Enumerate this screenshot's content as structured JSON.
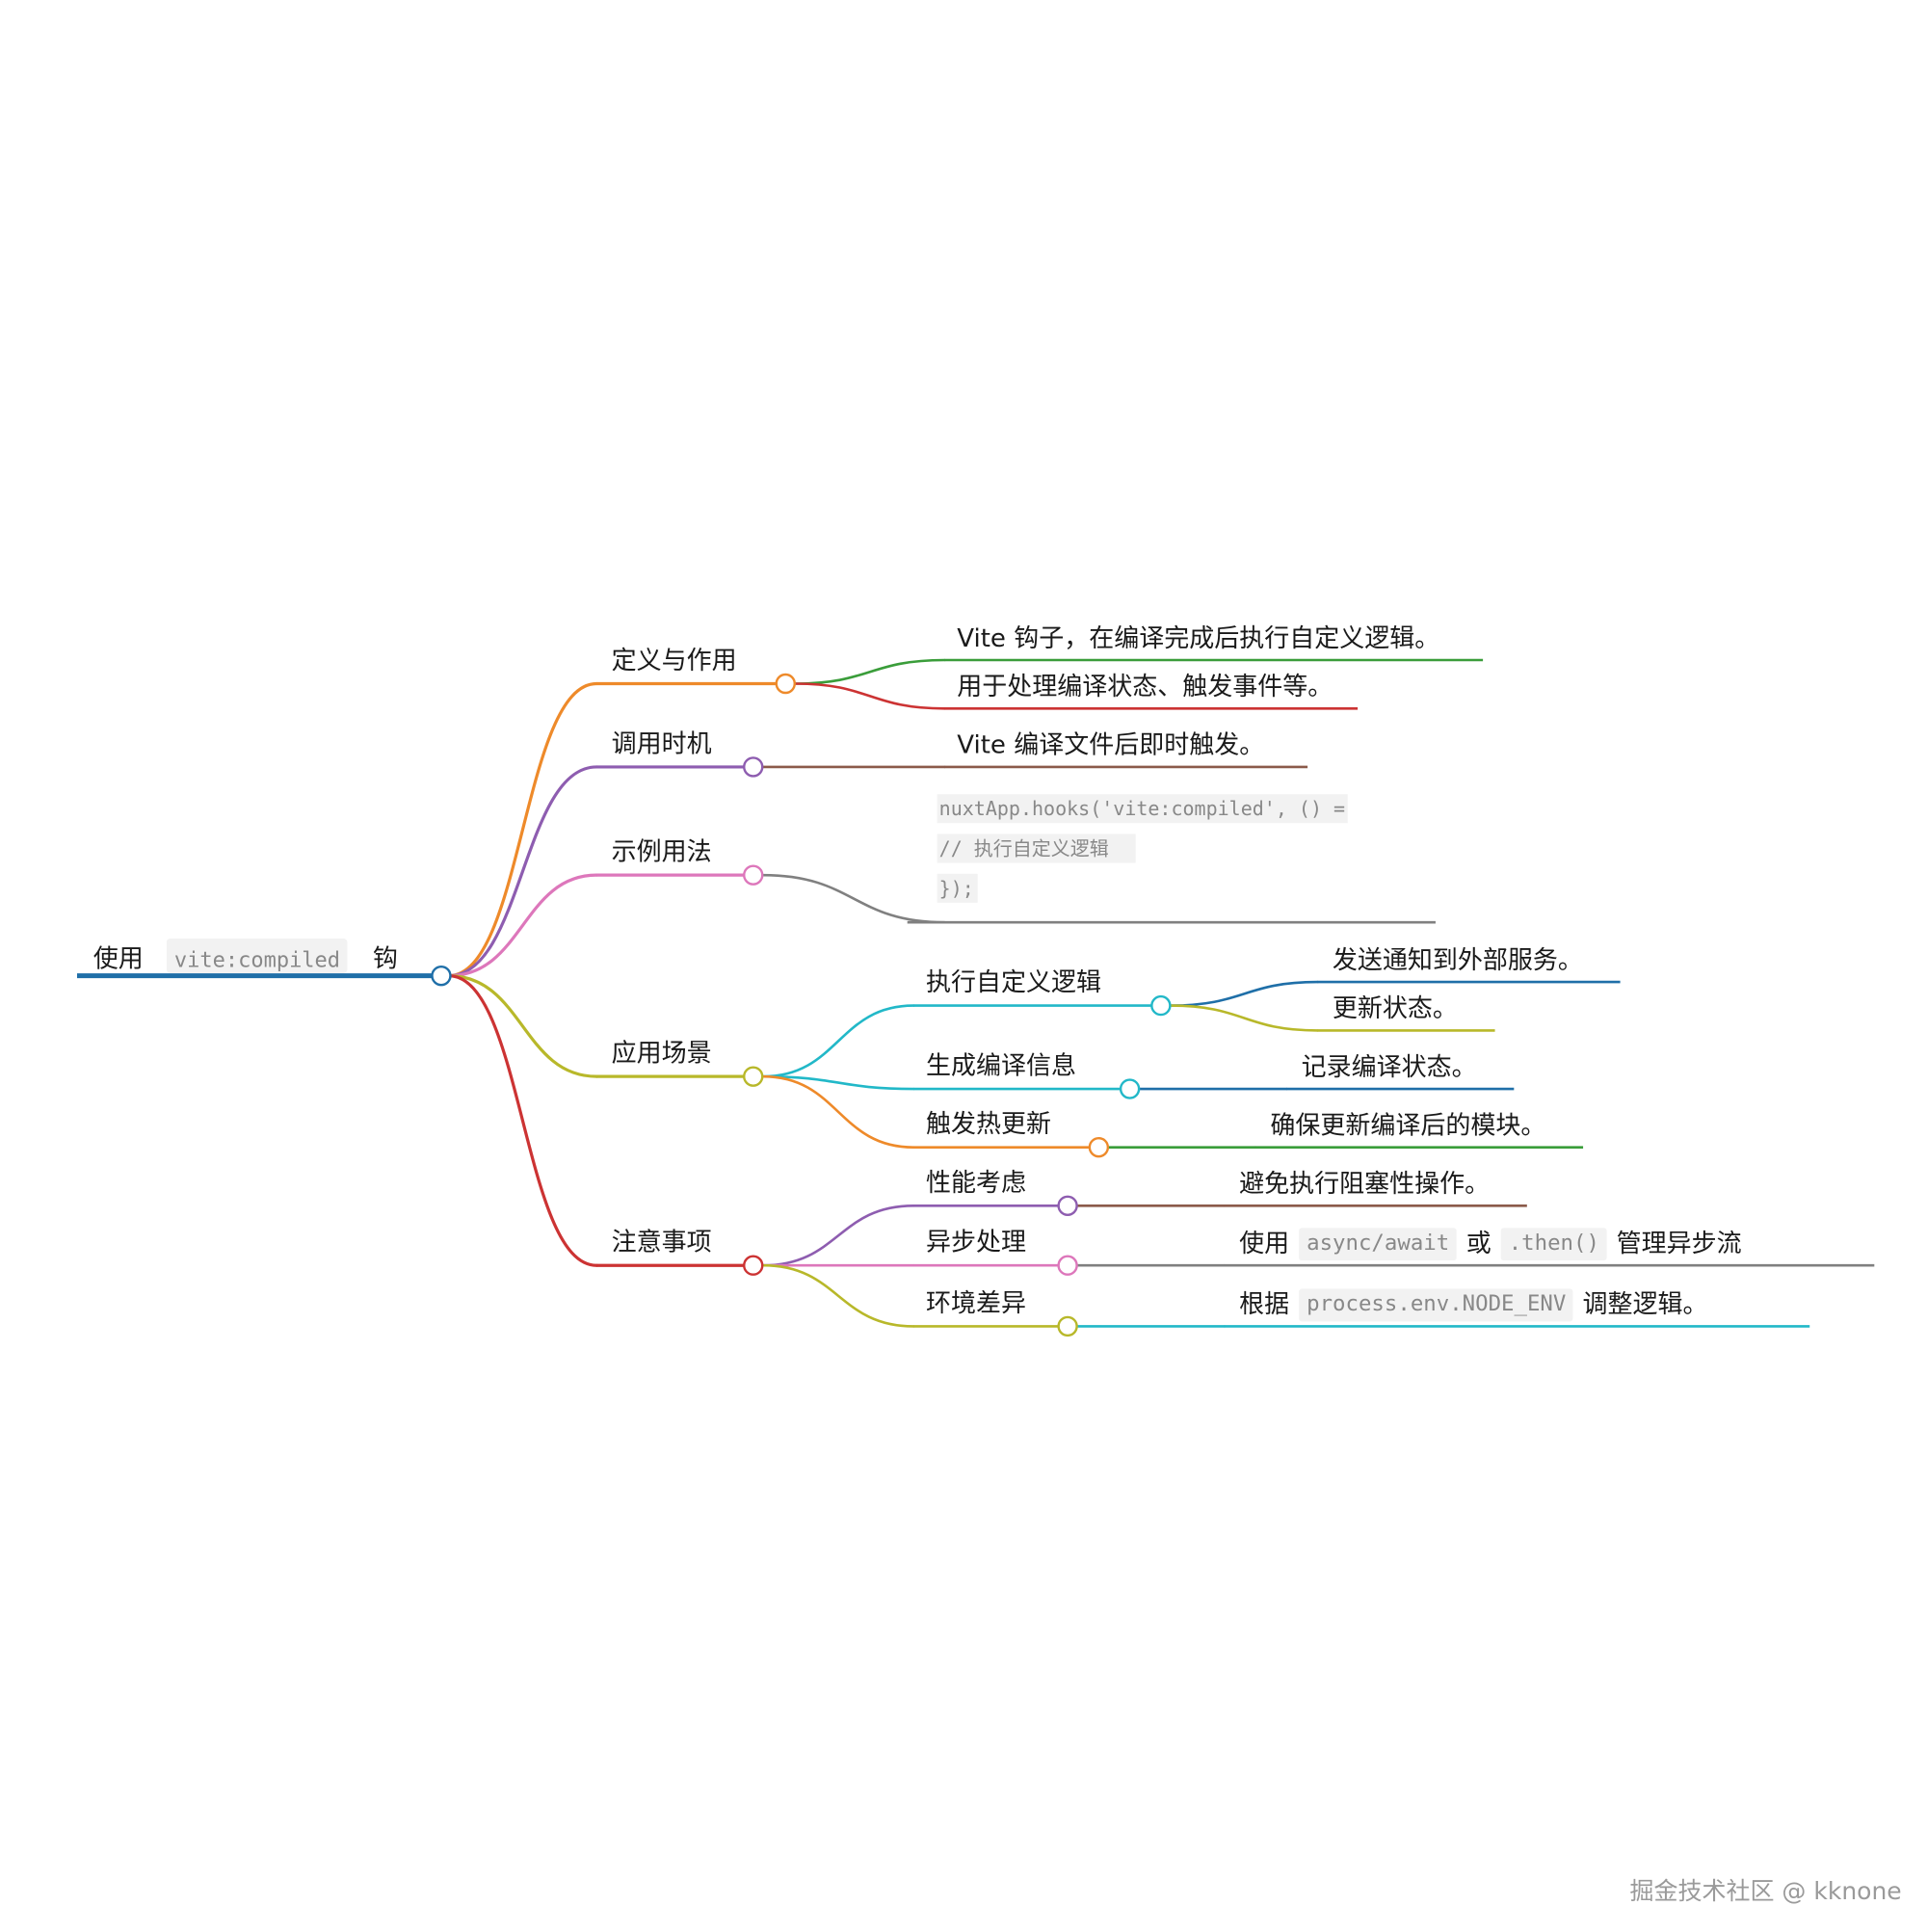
{
  "root": {
    "label_prefix": "使用",
    "code": "vite:compiled",
    "label_suffix": "钩",
    "color": "#1f6fa8"
  },
  "branches": [
    {
      "label": "定义与作用",
      "color": "#ee8a2a",
      "children": [
        {
          "text": "Vite 钩子，在编译完成后执行自定义逻辑。",
          "color": "#3a9d3a"
        },
        {
          "text": "用于处理编译状态、触发事件等。",
          "color": "#cc3333"
        }
      ]
    },
    {
      "label": "调用时机",
      "color": "#8e5db0",
      "children": [
        {
          "text": "Vite 编译文件后即时触发。",
          "color": "#8b5a4a"
        }
      ]
    },
    {
      "label": "示例用法",
      "color": "#dd77bb",
      "children": [
        {
          "code_lines": [
            "nuxtApp.hooks('vite:compiled', () =",
            "  // 执行自定义逻辑",
            "});"
          ],
          "color": "#808080"
        }
      ]
    },
    {
      "label": "应用场景",
      "color": "#b8b82a",
      "children": [
        {
          "label": "执行自定义逻辑",
          "color": "#22b8c8",
          "children": [
            {
              "text": "发送通知到外部服务。",
              "color": "#1f6fa8"
            },
            {
              "text": "更新状态。",
              "color": "#b8b82a"
            }
          ]
        },
        {
          "label": "生成编译信息",
          "color": "#22b8c8",
          "children": [
            {
              "text": "记录编译状态。",
              "color": "#1f6fa8"
            }
          ]
        },
        {
          "label": "触发热更新",
          "color": "#ee8a2a",
          "children": [
            {
              "text": "确保更新编译后的模块。",
              "color": "#3a9d3a"
            }
          ]
        }
      ]
    },
    {
      "label": "注意事项",
      "color": "#cc3333",
      "children": [
        {
          "label": "性能考虑",
          "color": "#8e5db0",
          "children": [
            {
              "text": "避免执行阻塞性操作。",
              "color": "#8b5a4a"
            }
          ]
        },
        {
          "label": "异步处理",
          "color": "#dd77bb",
          "children": [
            {
              "segments": [
                {
                  "t": "使用",
                  "code": false
                },
                {
                  "t": "async/await",
                  "code": true
                },
                {
                  "t": "或",
                  "code": false
                },
                {
                  "t": ".then()",
                  "code": true
                },
                {
                  "t": "管理异步流",
                  "code": false
                }
              ],
              "color": "#808080"
            }
          ]
        },
        {
          "label": "环境差异",
          "color": "#b8b82a",
          "children": [
            {
              "segments": [
                {
                  "t": "根据",
                  "code": false
                },
                {
                  "t": "process.env.NODE_ENV",
                  "code": true
                },
                {
                  "t": "调整逻辑。",
                  "code": false
                }
              ],
              "color": "#22b8c8"
            }
          ]
        }
      ]
    }
  ],
  "watermark": "掘金技术社区 @ kknone"
}
